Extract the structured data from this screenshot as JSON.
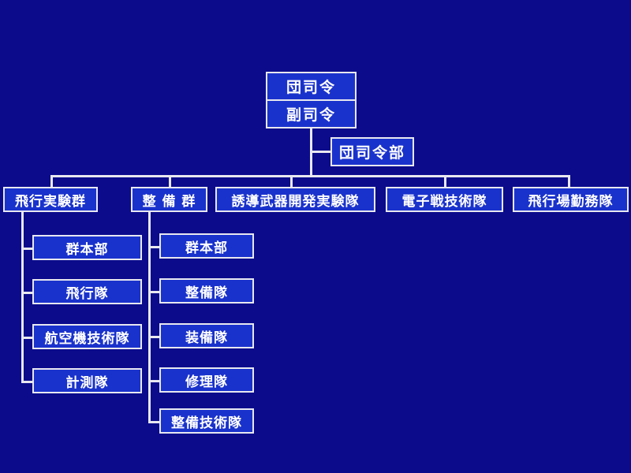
{
  "top": {
    "commander": "団司令",
    "vice_commander": "副司令"
  },
  "staff": "団司令部",
  "groups": [
    {
      "name": "飛行実験群",
      "units": [
        "群本部",
        "飛行隊",
        "航空機技術隊",
        "計測隊"
      ]
    },
    {
      "name": "整 備 群",
      "units": [
        "群本部",
        "整備隊",
        "装備隊",
        "修理隊",
        "整備技術隊"
      ]
    },
    {
      "name": "誘導武器開発実験隊",
      "units": []
    },
    {
      "name": "電子戦技術隊",
      "units": []
    },
    {
      "name": "飛行場勤務隊",
      "units": []
    }
  ],
  "colors": {
    "background": "#0b0b8c",
    "box_fill": "#1a32cc",
    "line": "#e8e8f0",
    "text": "#ffffff"
  }
}
